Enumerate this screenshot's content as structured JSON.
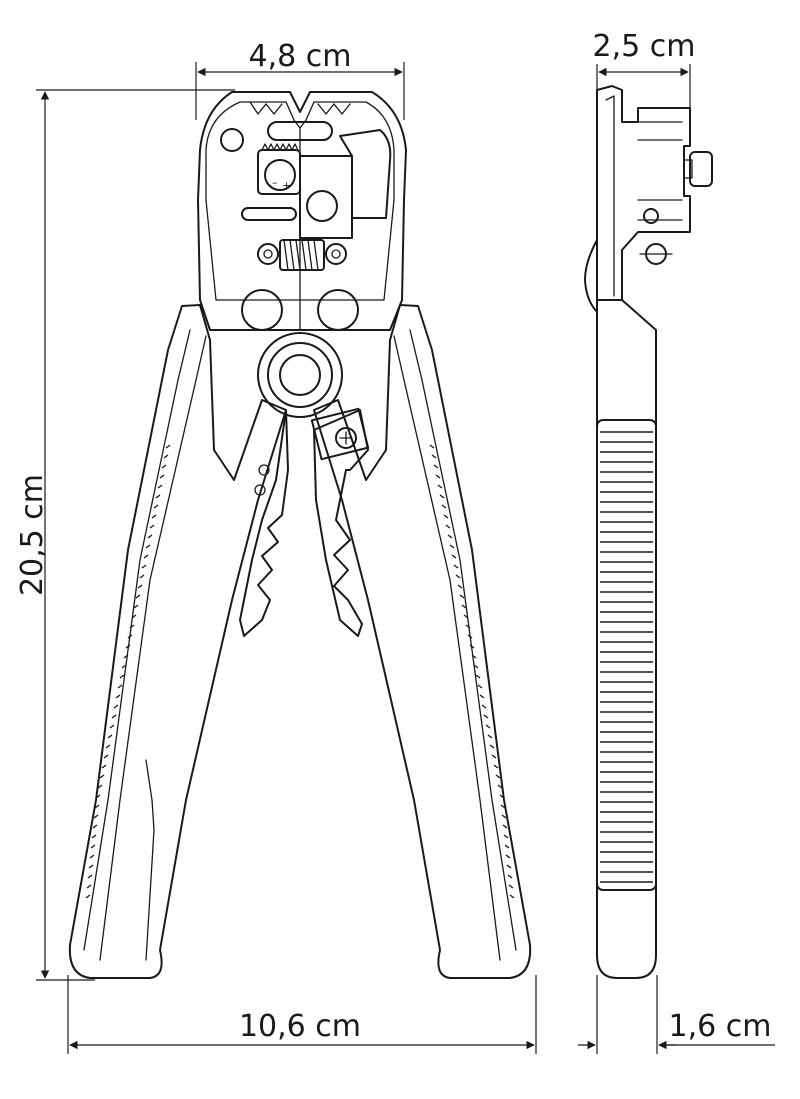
{
  "dimensions": {
    "head_width": "4,8 cm",
    "side_head_width": "2,5 cm",
    "total_height": "20,5 cm",
    "handle_spread": "10,6 cm",
    "side_handle_width": "1,6 cm"
  },
  "colors": {
    "ink": "#1a1a1a",
    "background": "#ffffff"
  },
  "icons": {
    "adjust_knob": "minus-plus-dial-icon",
    "screw": "phillips-screw-icon"
  }
}
